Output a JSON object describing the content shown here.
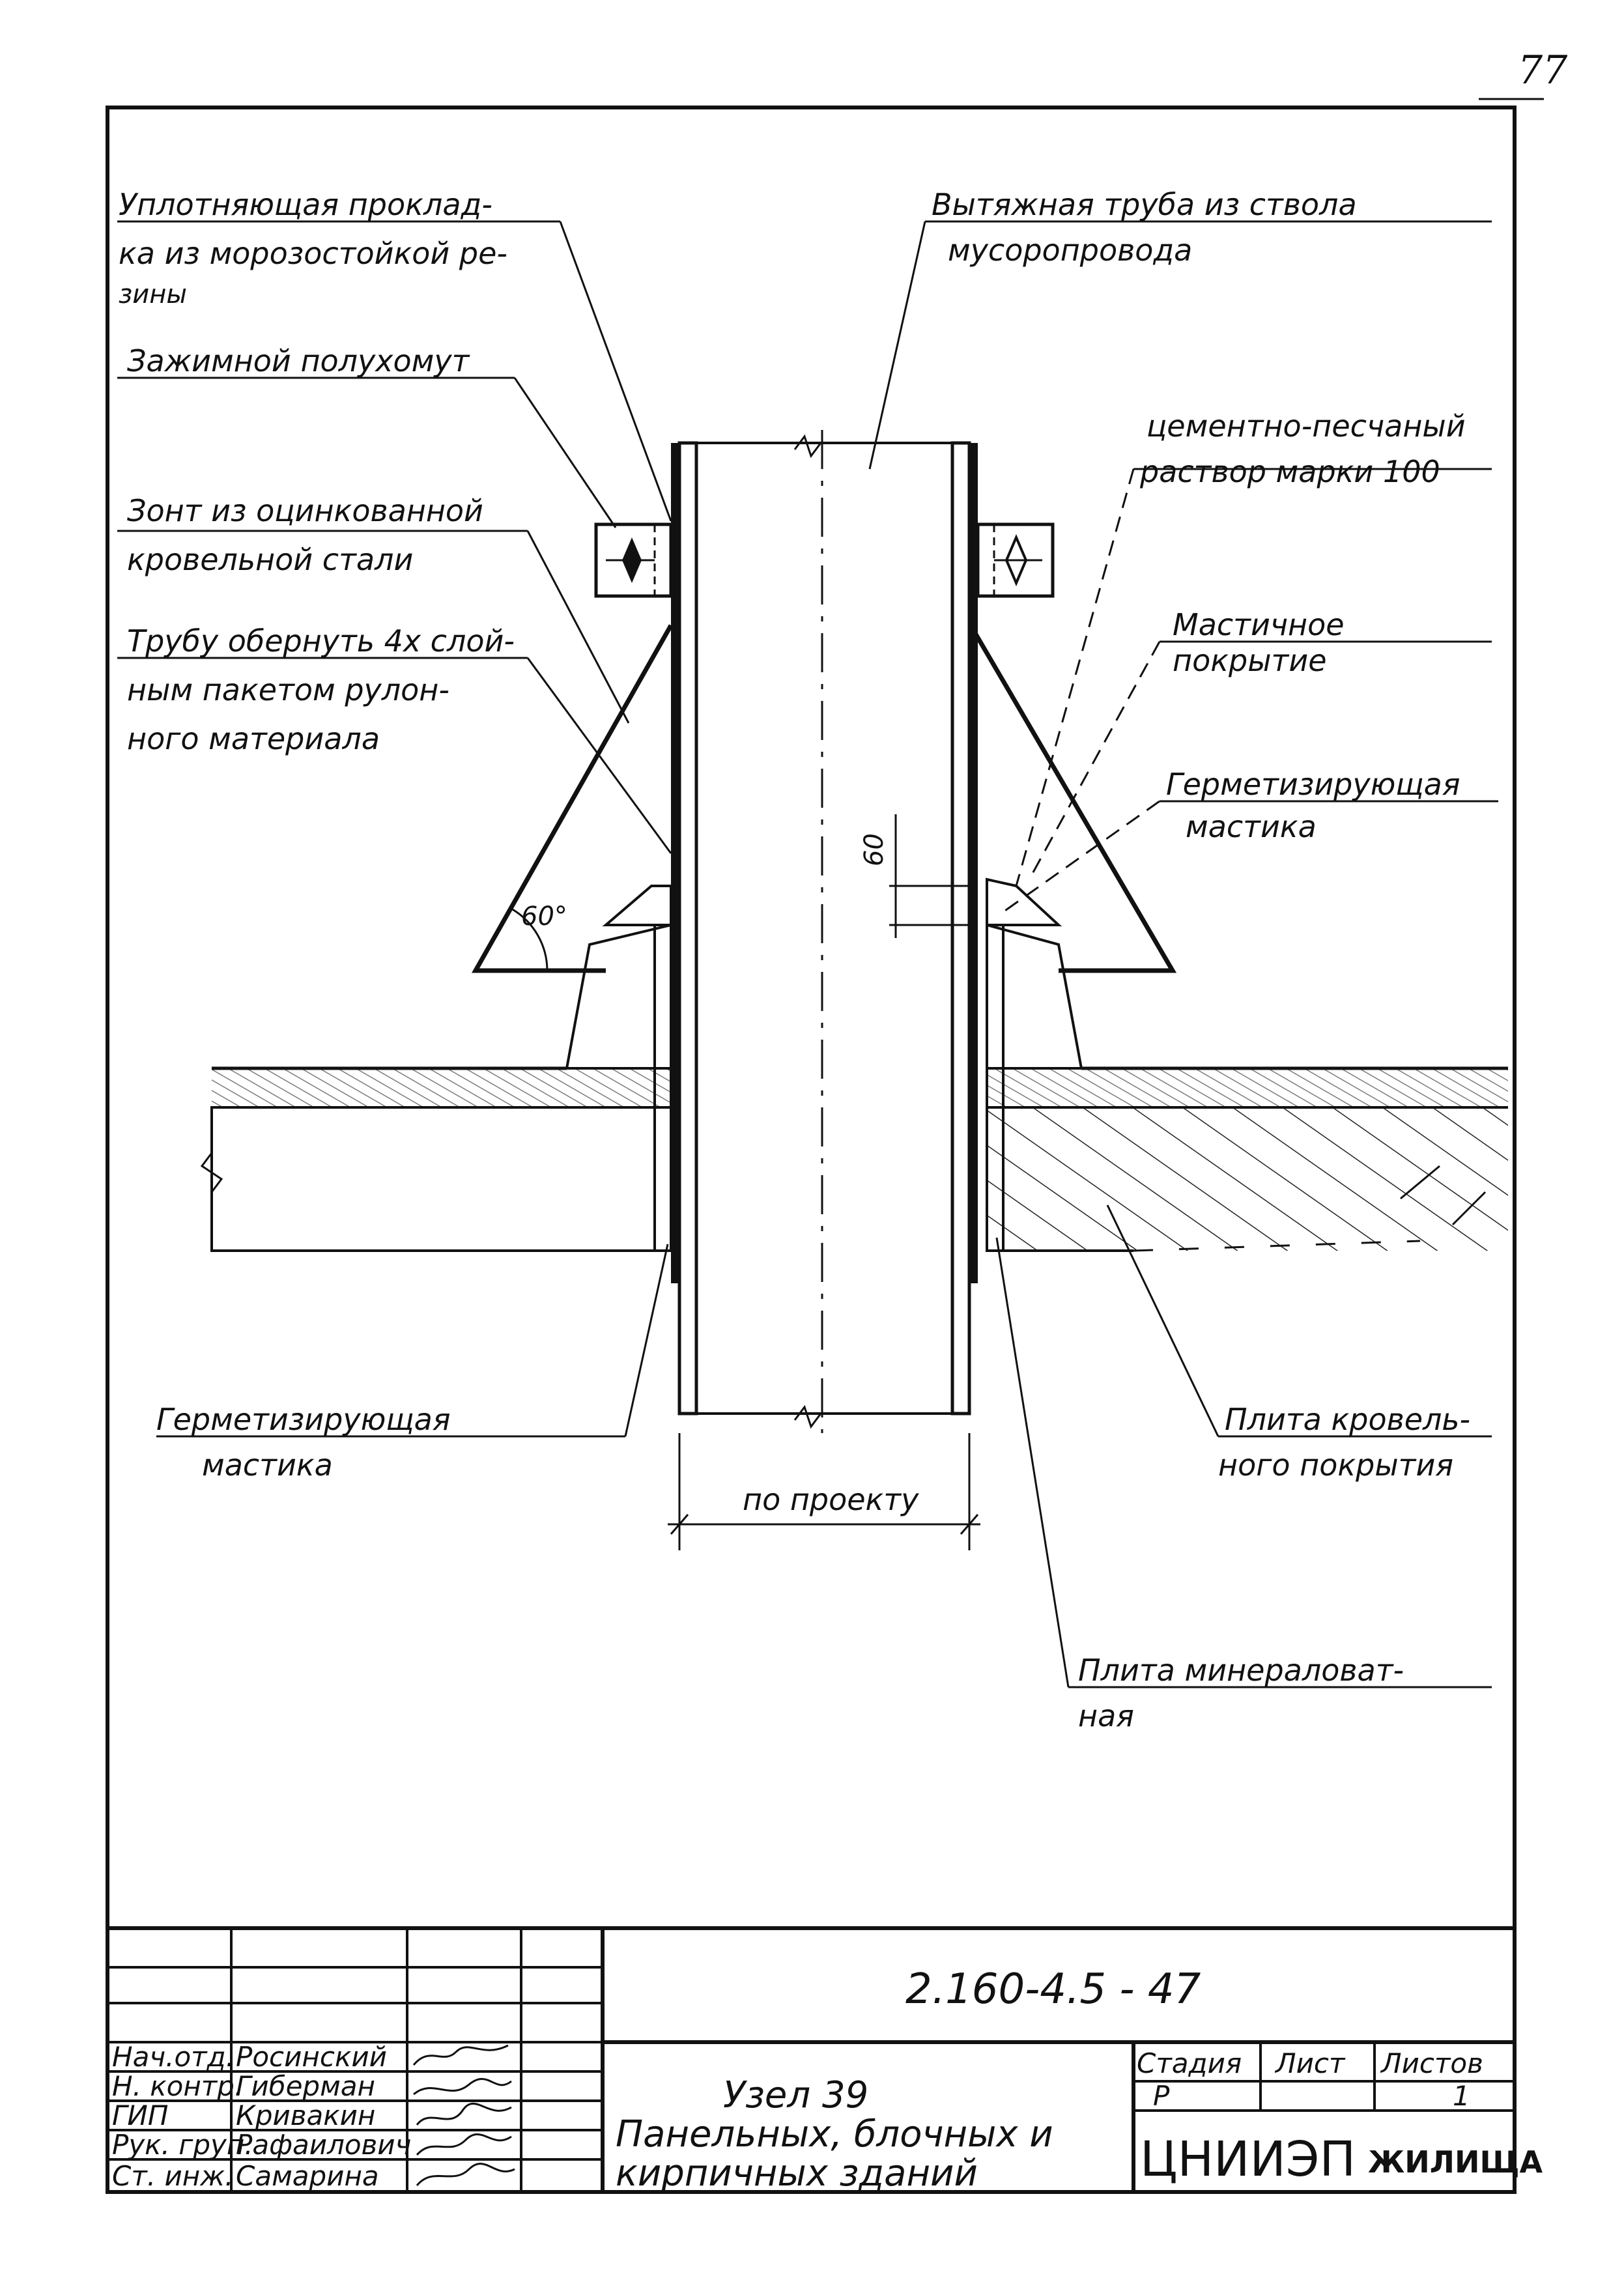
{
  "page_number": "77",
  "drawing": {
    "labels": {
      "seal_line1": "Уплотняющая проклад-",
      "seal_line2": "ка из морозостойкой ре-",
      "seal_line3": "зины",
      "clamp": "Зажимной полухомут",
      "umbrella_line1": "Зонт из оцинкованной",
      "umbrella_line2": "кровельной стали",
      "wrap_line1": "Трубу обернуть 4х слой-",
      "wrap_line2": "ным пакетом рулон-",
      "wrap_line3": "ного материала",
      "exhaust_line1": "Вытяжная труба из ствола",
      "exhaust_line2": "мусоропровода",
      "mortar_line1": "цементно-песчаный",
      "mortar_line2": "раствор марки 100",
      "mastic_cover_line1": "Мастичное",
      "mastic_cover_line2": "покрытие",
      "sealant_right_line1": "Герметизирующая",
      "sealant_right_line2": "мастика",
      "sealant_left_line1": "Герметизирующая",
      "sealant_left_line2": "мастика",
      "roof_slab_line1": "Плита кровель-",
      "roof_slab_line2": "ного покрытия",
      "mineral_slab_line1": "Плита минераловат-",
      "mineral_slab_line2": "ная",
      "angle": "60°",
      "dim_60": "60",
      "dim_project": "по проекту"
    }
  },
  "title_block": {
    "doc_code": "2.160-4.5 - 47",
    "stage_header": "Стадия",
    "sheet_header": "Лист",
    "sheets_header": "Листов",
    "stage_value": "Р",
    "sheets_value": "1",
    "title_line1": "Узел 39",
    "title_line2": "Панельных, блочных и",
    "title_line3": "кирпичных зданий",
    "org_name": "ЦНИИЭП",
    "org_suffix": "ЖИЛИЩА",
    "roles": [
      "Нач.отд.",
      "Н. контр.",
      "ГИП",
      "Рук. груп.",
      "Ст. инж."
    ],
    "names": [
      "Росинский",
      "Гиберман",
      "Кривакин",
      "Рафаилович",
      "Самарина"
    ]
  }
}
